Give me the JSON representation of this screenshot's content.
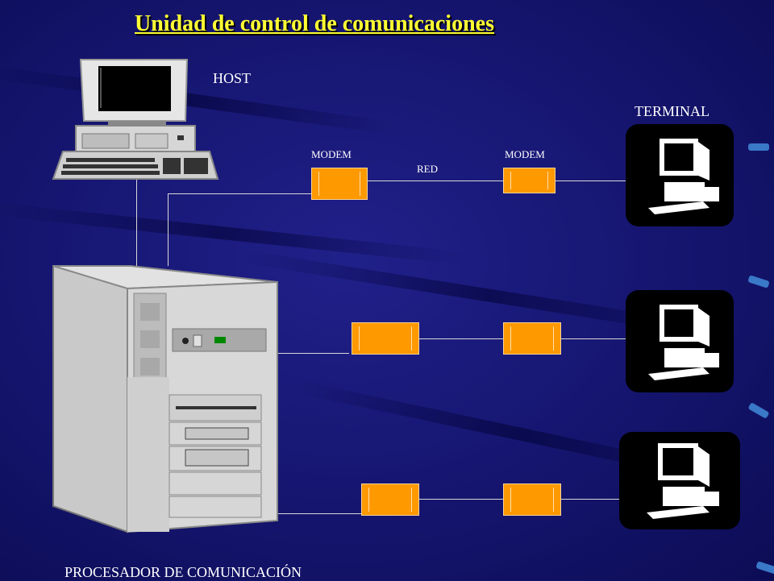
{
  "title": "Unidad de control  de comunicaciones",
  "labels": {
    "host": "HOST",
    "terminal": "TERMINAL",
    "modem_left": "MODEM",
    "modem_right": "MODEM",
    "network": "RED",
    "processor": "PROCESADOR DE COMUNICACIÓN"
  },
  "colors": {
    "background": "#15156f",
    "title": "#ffff33",
    "modem": "#ff9900",
    "line": "#d8d8d8"
  },
  "icons": [
    "host-computer-icon",
    "tower-server-icon",
    "terminal-icon"
  ]
}
